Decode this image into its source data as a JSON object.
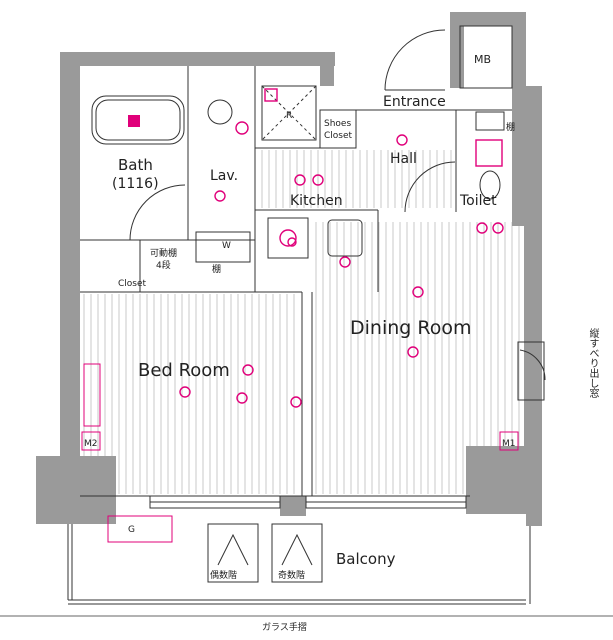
{
  "rooms": {
    "entrance": "Entrance",
    "shoes_closet": "Shoes\nCloset",
    "hall": "Hall",
    "bath": "Bath",
    "bath_size": "(1116)",
    "lav": "Lav.",
    "kitchen": "Kitchen",
    "toilet": "Toilet",
    "dining_room": "Dining Room",
    "bed_room": "Bed Room",
    "balcony": "Balcony",
    "closet": "Closet",
    "mb": "MB"
  },
  "labels": {
    "movable_shelf": "可動棚",
    "shelf_count": "4段",
    "shelf": "棚",
    "w": "W",
    "r": "R",
    "even_floor": "偶数階",
    "odd_floor": "奇数階",
    "glass_railing": "ガラス手摺",
    "vertical_window": "縦すべり出し窓",
    "m1": "M1",
    "m2": "M2",
    "g": "G"
  },
  "icons": {
    "bath_tub": "bathtub-icon",
    "toilet": "toilet-icon",
    "sink": "sink-icon",
    "stove": "stove-icon",
    "door_swing": "door-swing-icon"
  },
  "colors": {
    "wall": "#9a9a9a",
    "fixture": "#e0007a",
    "line": "#333333"
  }
}
